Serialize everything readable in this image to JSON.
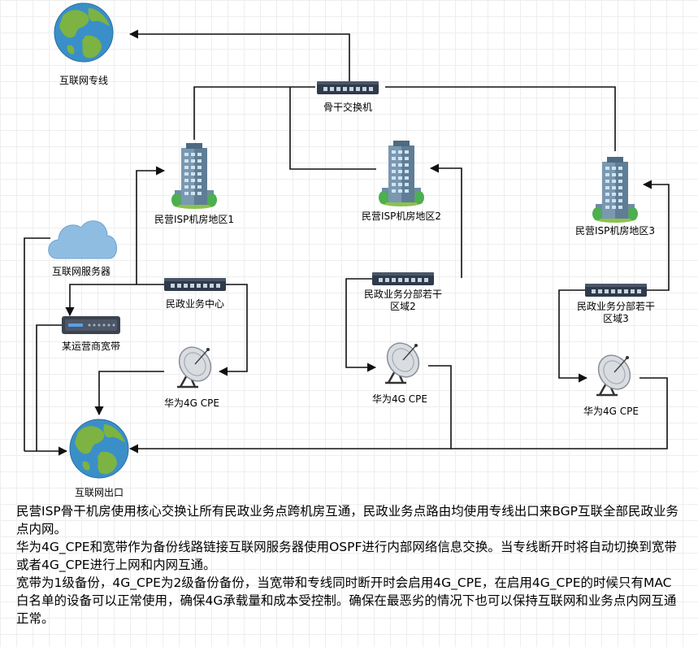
{
  "nodes": {
    "internet_line": "互联网专线",
    "backbone_switch": "骨干交换机",
    "isp_area1": "民营ISP机房地区1",
    "isp_area2": "民营ISP机房地区2",
    "isp_area3": "民营ISP机房地区3",
    "internet_server": "互联网服务器",
    "civil_center": "民政业务中心",
    "civil_branch2_line1": "民政业务分部若干",
    "civil_branch2_line2": "区域2",
    "civil_branch3_line1": "民政业务分部若干",
    "civil_branch3_line2": "区域3",
    "carrier_broadband": "某运营商宽带",
    "cpe1": "华为4G  CPE",
    "cpe2": "华为4G  CPE",
    "cpe3": "华为4G  CPE",
    "internet_exit": "互联网出口"
  },
  "description": {
    "paragraph1": "民营ISP骨干机房使用核心交换让所有民政业务点跨机房互通，民政业务点路由均使用专线出口来BGP互联全部民政业务点内网。",
    "paragraph2": "华为4G_CPE和宽带作为备份线路链接互联网服务器使用OSPF进行内部网络信息交换。当专线断开时将自动切换到宽带或者4G_CPE进行上网和内网互通。",
    "paragraph3": "宽带为1级备份，4G_CPE为2级备份备份，当宽带和专线同时断开时会启用4G_CPE，在启用4G_CPE的时候只有MAC白名单的设备可以正常使用，确保4G承载量和成本受控制。确保在最恶劣的情况下也可以保持互联网和业务点内网互通正常。"
  }
}
